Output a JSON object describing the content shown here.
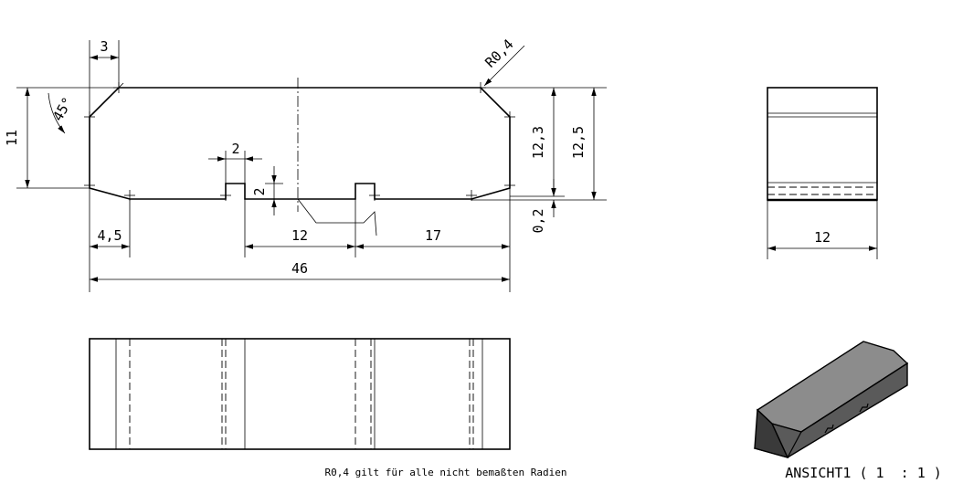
{
  "dimensions": {
    "chamfer_width": "3",
    "chamfer_angle": "45°",
    "corner_radius": "R0,4",
    "height_left": "11",
    "slot_width": "2",
    "slot_depth": "2",
    "height_inner": "12,3",
    "height_total": "12,5",
    "offset_small": "0,2",
    "edge_offset": "4,5",
    "slot_spacing": "12",
    "slot_right_distance": "17",
    "overall_length": "46",
    "side_width": "12"
  },
  "note": "R0,4 gilt für alle nicht bemaßten Radien",
  "view_caption": "ANSICHT1 ( 1  : 1 )",
  "colors": {
    "line": "#000000",
    "iso_top": "#8c8c8c",
    "iso_front": "#5a5a5a",
    "iso_end": "#3a3a3a"
  }
}
